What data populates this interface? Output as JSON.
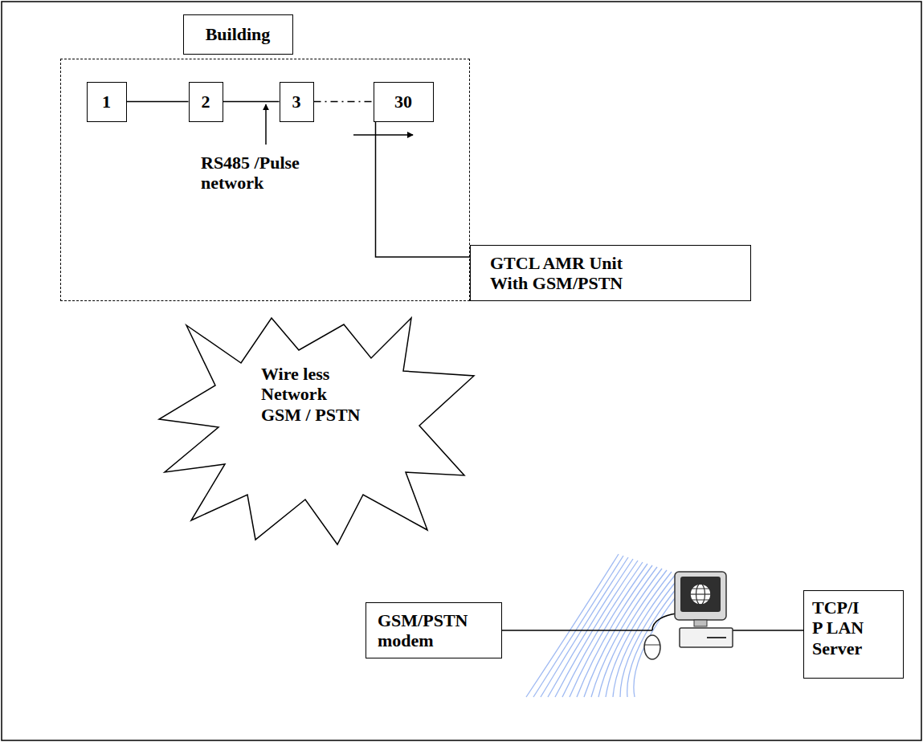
{
  "diagram": {
    "nodes": [
      {
        "text": [
          "Building"
        ]
      },
      {
        "text": [
          "1"
        ],
        "in": 0
      },
      {
        "text": [
          "2"
        ],
        "in": 0
      },
      {
        "text": [
          "3"
        ],
        "in": 0
      },
      {
        "text": [
          "30"
        ],
        "in": 0
      },
      {
        "text": [
          "GTCL AMR Unit With GSM/PSTN"
        ]
      },
      {
        "text": [
          "Wire less Network GSM / PSTN"
        ]
      },
      {
        "text": [
          "GSM/PSTN modem"
        ]
      },
      {
        "text": [
          "TCP/I P LAN Server"
        ]
      }
    ],
    "edges": [
      {
        "from": 1,
        "to": 2,
        "arrow": "none"
      },
      {
        "from": 2,
        "to": 3,
        "arrow": "none"
      },
      {
        "from": 3,
        "to": 4,
        "arrow": "none"
      },
      {
        "from": 4,
        "to": 5,
        "arrow": "none"
      }
    ],
    "labels": [
      "RS485 /Pulse network"
    ]
  }
}
